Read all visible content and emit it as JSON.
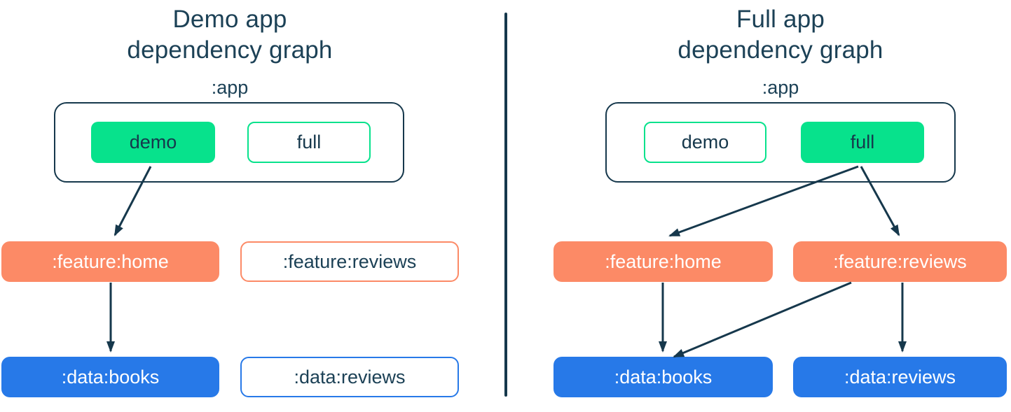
{
  "palette": {
    "navy": "#16384c",
    "green": "#07e28c",
    "orange": "#fc8a66",
    "blue": "#2779e8",
    "filled_node_text": "#ffffff",
    "background": "#ffffff"
  },
  "panels": [
    {
      "id": "demo-app",
      "title_line1": "Demo app",
      "title_line2": "dependency graph",
      "app_label": ":app",
      "variants": [
        {
          "label": "demo",
          "state": "included"
        },
        {
          "label": "full",
          "state": "excluded"
        }
      ],
      "features": [
        {
          "label": ":feature:home",
          "state": "included"
        },
        {
          "label": ":feature:reviews",
          "state": "excluded"
        }
      ],
      "data_modules": [
        {
          "label": ":data:books",
          "state": "included"
        },
        {
          "label": ":data:reviews",
          "state": "excluded"
        }
      ],
      "edges": [
        {
          "from": "demo",
          "to": ":feature:home"
        },
        {
          "from": ":feature:home",
          "to": ":data:books"
        }
      ]
    },
    {
      "id": "full-app",
      "title_line1": "Full app",
      "title_line2": "dependency graph",
      "app_label": ":app",
      "variants": [
        {
          "label": "demo",
          "state": "excluded"
        },
        {
          "label": "full",
          "state": "included"
        }
      ],
      "features": [
        {
          "label": ":feature:home",
          "state": "included"
        },
        {
          "label": ":feature:reviews",
          "state": "included"
        }
      ],
      "data_modules": [
        {
          "label": ":data:books",
          "state": "included"
        },
        {
          "label": ":data:reviews",
          "state": "included"
        }
      ],
      "edges": [
        {
          "from": "full",
          "to": ":feature:home"
        },
        {
          "from": "full",
          "to": ":feature:reviews"
        },
        {
          "from": ":feature:home",
          "to": ":data:books"
        },
        {
          "from": ":feature:reviews",
          "to": ":data:books"
        },
        {
          "from": ":feature:reviews",
          "to": ":data:reviews"
        }
      ]
    }
  ]
}
